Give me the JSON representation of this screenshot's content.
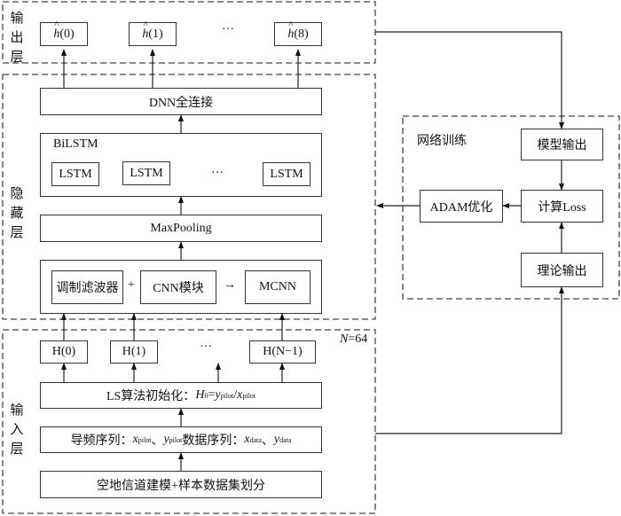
{
  "layers": {
    "output": {
      "label": "输出层"
    },
    "hidden": {
      "label": "隐藏层"
    },
    "input": {
      "label": "输入层"
    }
  },
  "output_layer": {
    "nodes": [
      {
        "symbol": "h",
        "index": "0"
      },
      {
        "symbol": "h",
        "index": "1"
      },
      {
        "symbol": "h",
        "index": "8"
      }
    ],
    "ellipsis": "···"
  },
  "hidden_layer": {
    "dnn": "DNN全连接",
    "bilstm": {
      "title": "BiLSTM",
      "cells": [
        "LSTM",
        "LSTM",
        "LSTM"
      ],
      "ellipsis": "···"
    },
    "maxpooling": "MaxPooling",
    "mcnn": {
      "filter": "调制滤波器",
      "plus": "+",
      "cnn": "CNN模块",
      "arrow": "→",
      "result": "MCNN"
    }
  },
  "input_layer": {
    "n_label": "N",
    "n_value": "=64",
    "channels": [
      {
        "text": "H(0)"
      },
      {
        "text": "H(1)"
      },
      {
        "text": "H(N−1)"
      }
    ],
    "ellipsis": "···",
    "ls_init": {
      "prefix": "LS算法初始化：",
      "h": "H",
      "h_sub": "0",
      "eq": "=",
      "y": "y",
      "y_sub": "pilot",
      "slash": "/",
      "x": "x",
      "x_sub": "pilot"
    },
    "sequences": {
      "prefix": "导频序列：",
      "x": "x",
      "x_sub": "pilot",
      "sep1": "、",
      "y": "y",
      "y_sub": "pilot",
      "mid": "数据序列：",
      "x2": "x",
      "x2_sub": "data",
      "sep2": "、",
      "y2": "y",
      "y2_sub": "data"
    },
    "modeling": "空地信道建模+样本数据集划分"
  },
  "training": {
    "title": "网络训练",
    "model_output": "模型输出",
    "compute_loss": "计算Loss",
    "adam": "ADAM优化",
    "theory_output": "理论输出"
  }
}
